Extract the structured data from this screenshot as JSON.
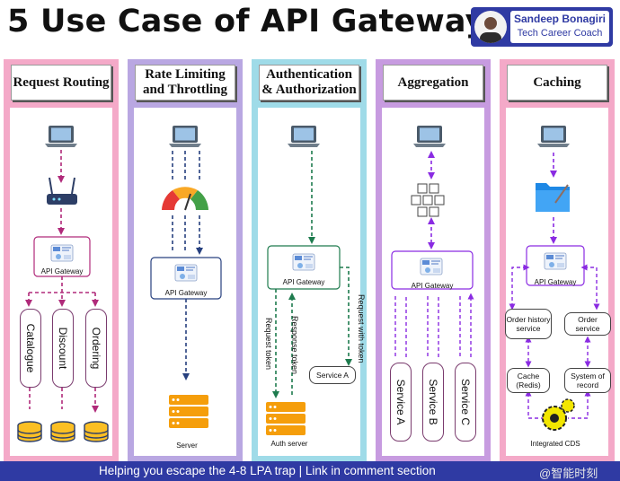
{
  "title": "5 Use Case of API Gateway",
  "brand": {
    "name": "Sandeep Bonagiri",
    "role": "Tech Career Coach"
  },
  "columns": [
    {
      "id": "routing",
      "title": "Request Routing",
      "color": "#f4a9c8",
      "labels": {
        "gateway": "API Gateway",
        "services": [
          "Catalogue",
          "Discount",
          "Ordering"
        ]
      }
    },
    {
      "id": "rate",
      "title": "Rate Limiting and Throttling",
      "color": "#b9a7e2",
      "labels": {
        "gateway": "API Gateway",
        "server": "Server"
      }
    },
    {
      "id": "auth",
      "title": "Authentication & Authorization",
      "color": "#9fdbe8",
      "labels": {
        "gateway": "API Gateway",
        "request_token": "Request token",
        "response_token": "Response token",
        "request_with_token": "Request with token",
        "service_a": "Service A",
        "auth_server": "Auth server"
      }
    },
    {
      "id": "agg",
      "title": "Aggregation",
      "color": "#c79be0",
      "labels": {
        "gateway": "API Gateway",
        "services": [
          "Service A",
          "Service B",
          "Service C"
        ]
      }
    },
    {
      "id": "cache",
      "title": "Caching",
      "color": "#f4a9c8",
      "labels": {
        "gateway": "API Gateway",
        "order_history": "Order history service",
        "order_service": "Order service",
        "cache": "Cache (Redis)",
        "system_of_record": "System of record",
        "integrated_cds": "Integrated CDS"
      }
    }
  ],
  "footer": {
    "text": "Helping you escape the 4-8 LPA trap  | Link in comment section",
    "watermark": "@智能时刻"
  }
}
